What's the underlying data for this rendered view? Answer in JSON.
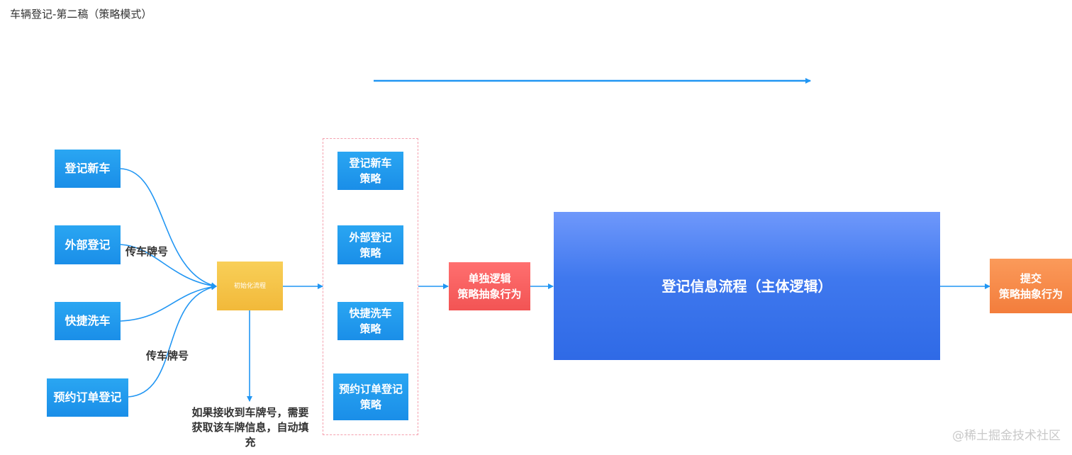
{
  "title": "车辆登记-第二稿（策略模式）",
  "sources": [
    {
      "label": "登记新车"
    },
    {
      "label": "外部登记"
    },
    {
      "label": "快捷洗车"
    },
    {
      "label": "预约订单登记"
    }
  ],
  "edge_labels": [
    "传车牌号",
    "传车牌号"
  ],
  "init": {
    "label": "初始化流程"
  },
  "note": "如果接收到车牌号，需要获取该车牌信息，自动填充",
  "strategies": [
    {
      "line1": "登记新车",
      "line2": "策略"
    },
    {
      "line1": "外部登记",
      "line2": "策略"
    },
    {
      "line1": "快捷洗车",
      "line2": "策略"
    },
    {
      "line1": "预约订单登记",
      "line2": "策略"
    }
  ],
  "separate": {
    "line1": "单独逻辑",
    "line2": "策略抽象行为"
  },
  "main": {
    "label": "登记信息流程（主体逻辑）"
  },
  "submit": {
    "line1": "提交",
    "line2": "策略抽象行为"
  },
  "watermark": "@稀土掘金技术社区",
  "colors": {
    "line": "#2196f3",
    "dashed": "#f4a0ae",
    "init": "#f2b93a",
    "red": "#f25454",
    "main": "#3f78ee",
    "orange": "#f37d3c"
  }
}
